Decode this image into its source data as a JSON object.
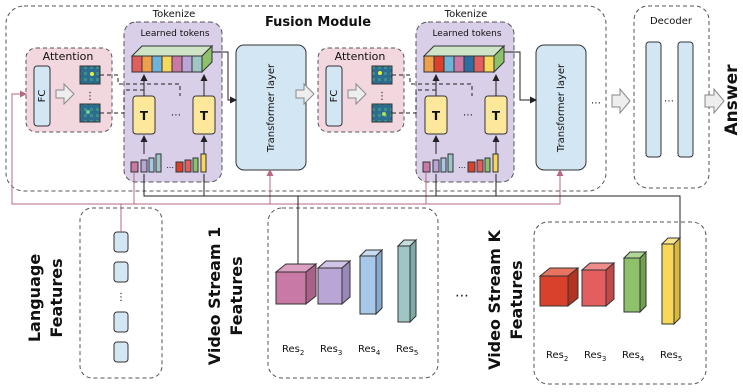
{
  "diagram": {
    "fusion_module_title": "Fusion Module",
    "tokenize_label": "Tokenize",
    "attention_label": "Attention",
    "fc_label": "FC",
    "learned_tokens_label": "Learned tokens",
    "t_label": "T",
    "transformer_layer_label": "Transformer layer",
    "decoder_label": "Decoder",
    "answer_label": "Answer",
    "ellipsis": "...",
    "language_features_label": [
      "Language",
      "Features"
    ],
    "video_stream_1_label": [
      "Video Stream 1",
      "Features"
    ],
    "video_stream_k_label": [
      "Video Stream K",
      "Features"
    ],
    "res_labels": [
      {
        "base": "Res",
        "sub": "2"
      },
      {
        "base": "Res",
        "sub": "3"
      },
      {
        "base": "Res",
        "sub": "4"
      },
      {
        "base": "Res",
        "sub": "5"
      }
    ],
    "colors": {
      "attention_bg": "#f2d7df",
      "tokenize_bg": "#d9cfe8",
      "fc_bg": "#d3e6f3",
      "t_box": "#fde79a",
      "transformer_bg": "#d3e6f3",
      "res2_stream1": "#c879a6",
      "res3_stream1": "#b9a6d6",
      "res4_stream1": "#a7c8e8",
      "res5_stream1": "#9fc6c4",
      "res2_streamk": "#d9412d",
      "res3_streamk": "#e35f5f",
      "res4_streamk": "#8dc26b",
      "res5_streamk": "#f7d85a",
      "language_link": "#b56a7f"
    }
  }
}
